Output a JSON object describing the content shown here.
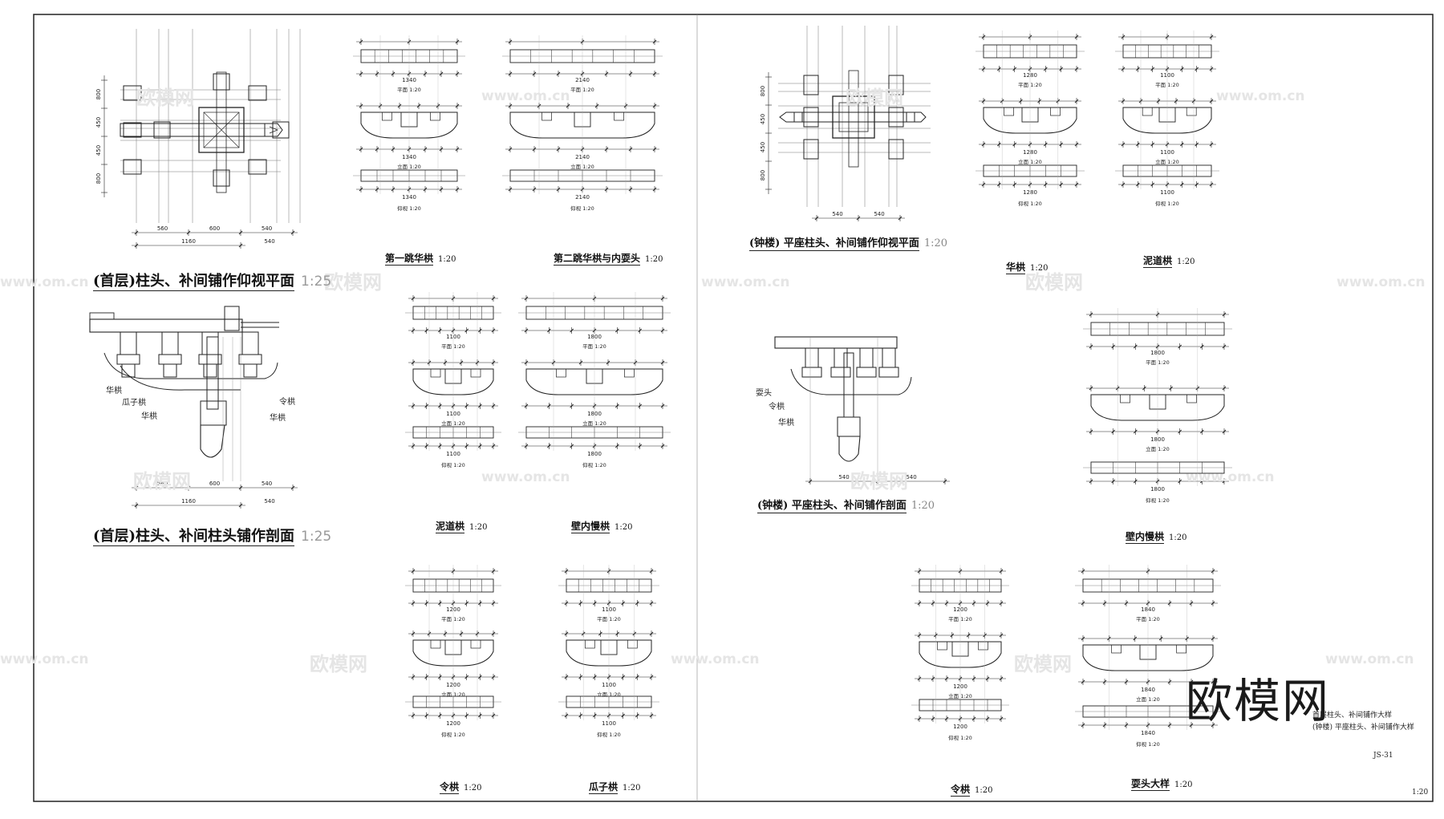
{
  "sheet": {
    "left": {
      "plan_title": "(首层)柱头、补间铺作仰视平面",
      "plan_scale": "1:25",
      "plan_dims_top": [
        "560",
        "600",
        "540"
      ],
      "plan_dims_total": "1160",
      "plan_dims_right": "540",
      "plan_dims_side": [
        "800",
        "450",
        "450",
        "800"
      ],
      "section_title": "(首层)柱头、补间柱头铺作剖面",
      "section_scale": "1:25",
      "section_dims": [
        "560",
        "600",
        "540"
      ],
      "section_total": "1160",
      "section_right": "540",
      "section_callouts": [
        "华栱",
        "瓜子栱",
        "华栱",
        "令栱",
        "华栱"
      ]
    },
    "right": {
      "plan_title": "(钟楼) 平座柱头、补间铺作仰视平面",
      "plan_scale": "1:20",
      "plan_dims": [
        "540",
        "540"
      ],
      "plan_dims_side": [
        "800",
        "450",
        "450",
        "800"
      ],
      "section_title": "(钟楼) 平座柱头、补间铺作剖面",
      "section_scale": "1:20",
      "section_dims": [
        "540",
        "540"
      ],
      "section_callouts": [
        "耍头",
        "令栱",
        "华栱"
      ]
    },
    "details": [
      {
        "id": "d1",
        "title": "第一跳华栱",
        "scale": "1:20",
        "total": "1340",
        "views": [
          "平面 1:20",
          "立面 1:20",
          "仰视 1:20"
        ]
      },
      {
        "id": "d2",
        "title": "第二跳华栱与内耍头",
        "scale": "1:20",
        "total": "2140",
        "views": [
          "平面 1:20",
          "立面 1:20",
          "仰视 1:20"
        ]
      },
      {
        "id": "d3",
        "title": "泥道栱",
        "scale": "1:20",
        "total": "1100",
        "views": [
          "平面 1:20",
          "立面 1:20",
          "仰视 1:20"
        ]
      },
      {
        "id": "d4",
        "title": "壁内慢栱",
        "scale": "1:20",
        "total": "1800",
        "views": [
          "平面 1:20",
          "立面 1:20",
          "仰视 1:20"
        ]
      },
      {
        "id": "d5",
        "title": "令栱",
        "scale": "1:20",
        "total": "1200",
        "views": [
          "平面 1:20",
          "立面 1:20",
          "仰视 1:20"
        ]
      },
      {
        "id": "d6",
        "title": "瓜子栱",
        "scale": "1:20",
        "total": "1100",
        "views": [
          "平面 1:20",
          "立面 1:20",
          "仰视 1:20"
        ]
      },
      {
        "id": "d7",
        "title": "华栱",
        "scale": "1:20",
        "total": "1280",
        "views": [
          "平面 1:20",
          "立面 1:20",
          "仰视 1:20"
        ]
      },
      {
        "id": "d8",
        "title": "泥道栱",
        "scale": "1:20",
        "total": "1100",
        "views": [
          "平面 1:20",
          "立面 1:20",
          "仰视 1:20"
        ]
      },
      {
        "id": "d9",
        "title": "壁内慢栱",
        "scale": "1:20",
        "total": "1800",
        "views": [
          "平面 1:20",
          "立面 1:20",
          "仰视 1:20"
        ]
      },
      {
        "id": "d10",
        "title": "令栱",
        "scale": "1:20",
        "total": "1200",
        "views": [
          "平面 1:20",
          "立面 1:20",
          "仰视 1:20"
        ]
      },
      {
        "id": "d11",
        "title": "耍头大样",
        "scale": "1:20",
        "total": "1840",
        "views": [
          "平面 1:20",
          "立面 1:20",
          "仰视 1:20"
        ]
      }
    ],
    "title_block": {
      "line1": "首层柱头、补间铺作大样",
      "line2": "(钟楼) 平座柱头、补间铺作大样",
      "sheet_no": "JS-31",
      "scale": "1:20"
    },
    "watermarks": {
      "cn": "欧模网",
      "url": "www.om.cn",
      "logo": "欧模网"
    }
  }
}
